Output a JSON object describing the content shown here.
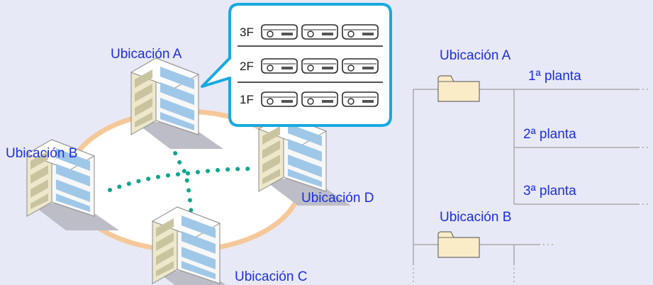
{
  "diagram": {
    "locations": [
      {
        "name": "Ubicación A"
      },
      {
        "name": "Ubicación B"
      },
      {
        "name": "Ubicación C"
      },
      {
        "name": "Ubicación D"
      }
    ],
    "callout_floors": [
      {
        "label": "3F",
        "projectors": 3
      },
      {
        "label": "2F",
        "projectors": 3
      },
      {
        "label": "1F",
        "projectors": 3
      }
    ],
    "tree": {
      "group_a": "Ubicación A",
      "floors": [
        "1ª planta",
        "2ª planta",
        "3ª planta"
      ],
      "group_b": "Ubicación B"
    },
    "colors": {
      "background": "#e8e9f6",
      "ring": "#f5c89a",
      "network": "#12a58e",
      "callout_border": "#17a9e1",
      "label": "#1a2ee0",
      "tree_line": "#a9a9a9",
      "folder": "#fbecc8"
    }
  }
}
